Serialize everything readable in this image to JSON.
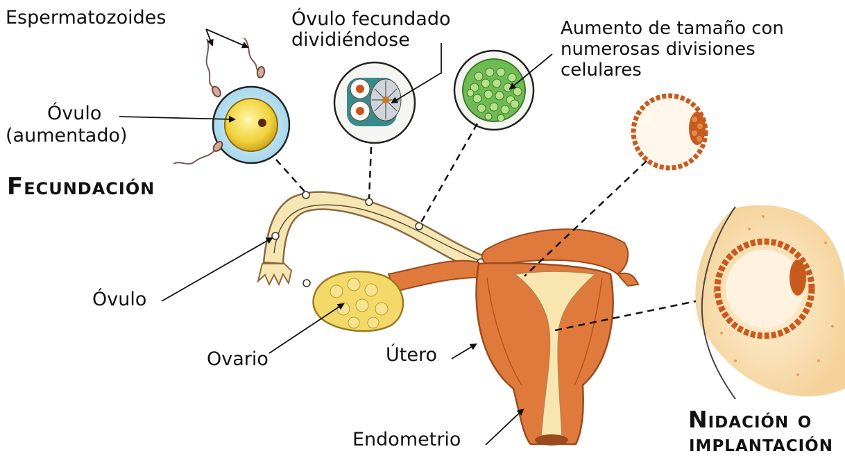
{
  "labels": {
    "espermatozoides": "Espermatozoides",
    "ovulo_fecundado_line1": "Óvulo fecundado",
    "ovulo_fecundado_line2": "dividiéndose",
    "aumento_line1": "Aumento de tamaño con",
    "aumento_line2": "numerosas divisiones",
    "aumento_line3": "celulares",
    "ovulo_aumentado_line1": "Óvulo",
    "ovulo_aumentado_line2": "(aumentado)",
    "fecundacion": "Fecundación",
    "ovulo": "Óvulo",
    "ovario": "Ovario",
    "utero": "Útero",
    "endometrio": "Endometrio",
    "nidacion_line1": "Nidación o",
    "nidacion_line2": "implantación"
  },
  "colors": {
    "tube_fill": "#f6e6b4",
    "uterus_muscle": "#e07a3c",
    "ovary": "#f3d86a",
    "zona_blue": "#bfe3f2",
    "cell_green": "#6dbb52",
    "blastocyst": "#c85a1e"
  }
}
